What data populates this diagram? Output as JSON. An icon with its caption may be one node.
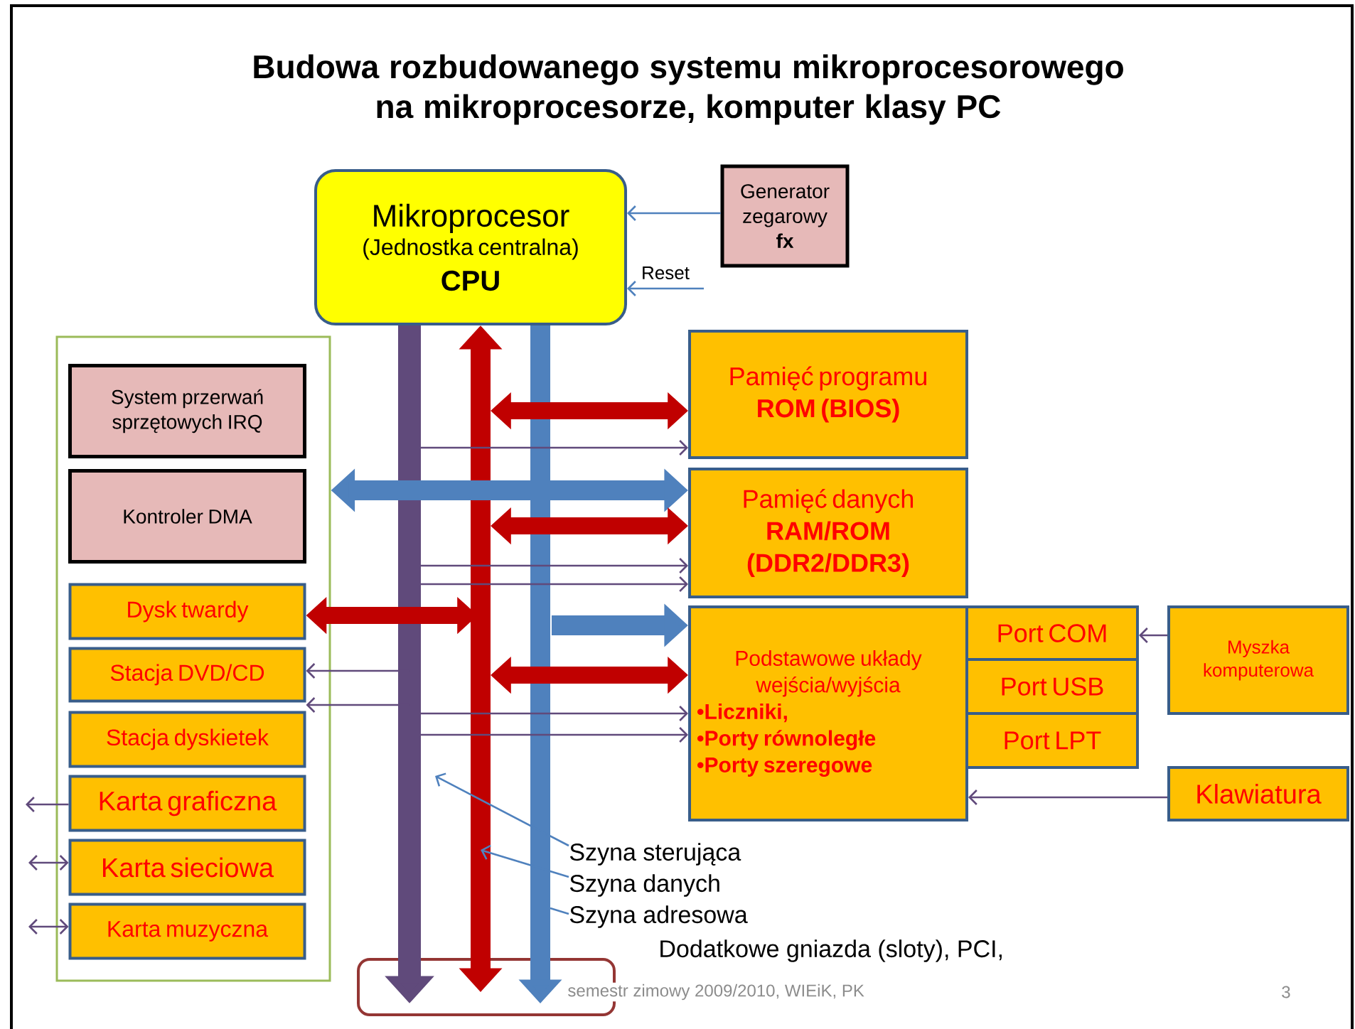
{
  "diagram": {
    "title": "Budowa rozbudowanego systemu mikroprocesorowego na mikroprocesorze, komputer klasy PC",
    "nodes": [
      {
        "text": [
          "Mikroprocesor",
          "(Jednostka centralna)",
          "CPU"
        ]
      },
      {
        "text": [
          "Generator zegarowy",
          "fx"
        ]
      },
      {
        "text": [],
        "shape": "box"
      },
      {
        "text": [
          "System przerwań sprzętowych IRQ"
        ],
        "in": 2
      },
      {
        "text": [
          "Kontroler DMA"
        ],
        "in": 2
      },
      {
        "text": [
          "Dysk twardy"
        ],
        "in": 2
      },
      {
        "text": [
          "Stacja DVD/CD"
        ],
        "in": 2
      },
      {
        "text": [
          "Stacja dyskietek"
        ],
        "in": 2
      },
      {
        "text": [
          "Karta graficzna"
        ],
        "in": 2
      },
      {
        "text": [
          "Karta sieciowa"
        ],
        "in": 2
      },
      {
        "text": [
          "Karta muzyczna"
        ],
        "in": 2
      },
      {
        "text": [
          "Pamięć programu",
          "ROM (BIOS)"
        ]
      },
      {
        "text": [
          "Pamięć danych",
          "RAM/ROM (DDR2/DDR3)"
        ]
      },
      {
        "text": [
          "Podstawowe układy wejścia/wyjścia",
          "•Liczniki,",
          "•Porty równoległe",
          "•Porty szeregowe"
        ]
      },
      {
        "text": [
          "Port COM"
        ]
      },
      {
        "text": [
          "Port USB"
        ]
      },
      {
        "text": [
          "Port LPT"
        ]
      },
      {
        "text": [
          "Myszka komputerowa"
        ]
      },
      {
        "text": [
          "Klawiatura"
        ]
      },
      {
        "text": [],
        "shape": "box"
      },
      {
        "text": [
          "Szyna sterująca"
        ]
      },
      {
        "text": [
          "Szyna danych"
        ]
      },
      {
        "text": [
          "Szyna adresowa"
        ]
      }
    ],
    "edges": [
      {
        "from": 1,
        "to": 0,
        "arrow": "to",
        "color": "#4f81bd"
      },
      {
        "from": null,
        "to": 0,
        "arrow": "to",
        "label": "Reset",
        "color": "#4f81bd"
      },
      {
        "from": 0,
        "to": 19,
        "arrow": "to",
        "style": "thick"
      },
      {
        "from": 0,
        "to": 19,
        "arrow": "both",
        "style": "thick",
        "color": "#c00000"
      },
      {
        "from": 0,
        "to": 19,
        "arrow": "to",
        "style": "thick",
        "color": "#4f81bd"
      },
      {
        "from": null,
        "to": 11,
        "arrow": "both",
        "style": "thick",
        "color": "#c00000"
      },
      {
        "from": null,
        "to": 11,
        "arrow": "to"
      },
      {
        "from": 2,
        "to": 12,
        "arrow": "both",
        "style": "thick",
        "color": "#4f81bd"
      },
      {
        "from": null,
        "to": 12,
        "arrow": "both",
        "style": "thick",
        "color": "#c00000"
      },
      {
        "from": null,
        "to": 12,
        "arrow": "to"
      },
      {
        "from": null,
        "to": 12,
        "arrow": "to"
      },
      {
        "from": null,
        "to": 5,
        "arrow": "both",
        "style": "thick",
        "color": "#c00000"
      },
      {
        "from": null,
        "to": 13,
        "arrow": "to",
        "style": "thick",
        "color": "#4f81bd"
      },
      {
        "from": null,
        "to": 13,
        "arrow": "both",
        "style": "thick",
        "color": "#c00000"
      },
      {
        "from": null,
        "to": 13,
        "arrow": "to"
      },
      {
        "from": null,
        "to": 13,
        "arrow": "to"
      },
      {
        "from": null,
        "to": 6,
        "arrow": "to"
      },
      {
        "from": null,
        "to": 7,
        "arrow": "to"
      },
      {
        "from": 8,
        "to": null,
        "arrow": "to"
      },
      {
        "from": null,
        "to": 9,
        "arrow": "both"
      },
      {
        "from": null,
        "to": 10,
        "arrow": "both"
      },
      {
        "from": 17,
        "to": 14,
        "arrow": "to"
      },
      {
        "from": 18,
        "to": 13,
        "arrow": "to"
      },
      {
        "from": 20,
        "to": null,
        "arrow": "to",
        "color": "#4f81bd"
      },
      {
        "from": 21,
        "to": null,
        "arrow": "to",
        "color": "#4f81bd"
      },
      {
        "from": 22,
        "to": null,
        "arrow": "none",
        "color": "#4f81bd"
      }
    ],
    "labels": [
      "Dodatkowe gniazda (sloty), PCI,",
      "semestr zimowy 2009/2010, WIEiK, PK",
      "3"
    ]
  }
}
